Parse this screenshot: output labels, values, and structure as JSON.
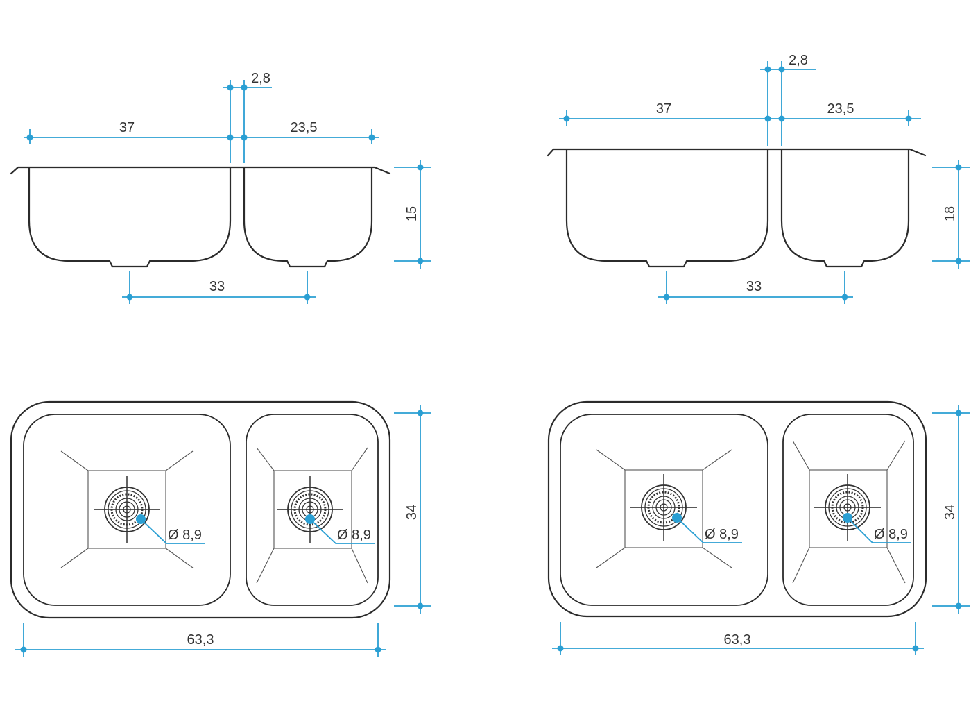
{
  "colors": {
    "dimension": "#2a9fd3",
    "outline": "#2b2b2b"
  },
  "views": {
    "section_left": {
      "width_main": "37",
      "divider": "2,8",
      "width_small": "23,5",
      "depth": "15",
      "drain_spacing": "33"
    },
    "section_right": {
      "width_main": "37",
      "divider": "2,8",
      "width_small": "23,5",
      "depth": "18",
      "drain_spacing": "33"
    },
    "plan_left": {
      "drain_main": "Ø 8,9",
      "drain_small": "Ø 8,9",
      "height": "34",
      "total_width": "63,3"
    },
    "plan_right": {
      "drain_main": "Ø 8,9",
      "drain_small": "Ø 8,9",
      "height": "34",
      "total_width": "63,3"
    }
  }
}
